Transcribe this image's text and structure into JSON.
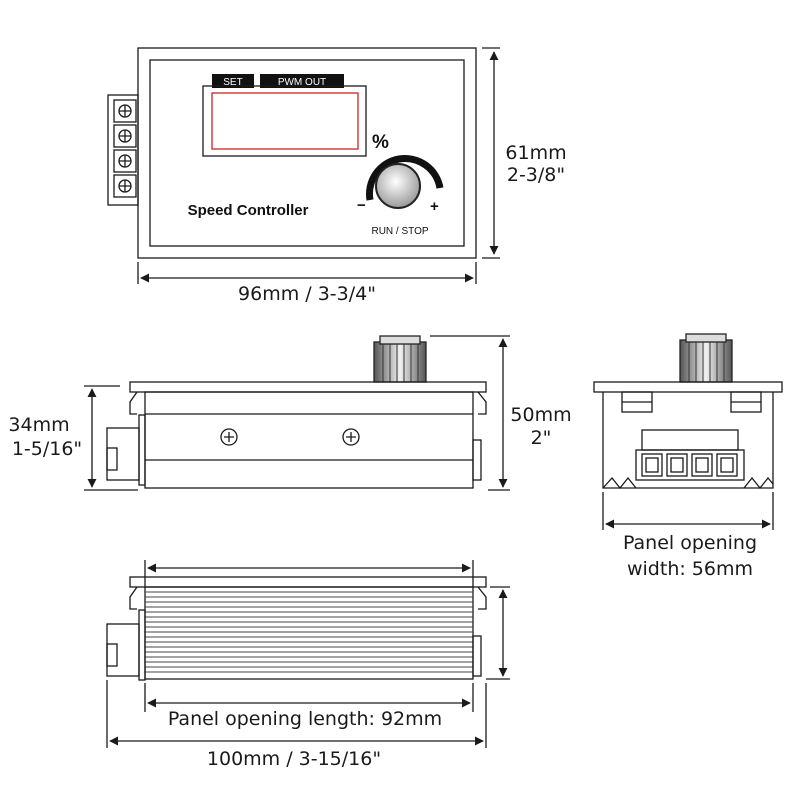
{
  "front_view": {
    "display_tabs": [
      "SET",
      "PWM OUT"
    ],
    "percent_symbol": "%",
    "title": "Speed Controller",
    "minus": "−",
    "plus": "+",
    "knob_label": "RUN / STOP",
    "height_mm": "61mm",
    "height_in": "2-3/8\"",
    "width": "96mm / 3-3/4\""
  },
  "side_view": {
    "depth_mm": "34mm",
    "depth_in": "1-5/16\"",
    "total_height_mm": "50mm",
    "total_height_in": "2\""
  },
  "end_view": {
    "caption_line1": "Panel opening",
    "caption_line2": "width: 56mm"
  },
  "bottom_view": {
    "panel_length": "Panel opening length: 92mm",
    "total_length": "100mm / 3-15/16\""
  }
}
